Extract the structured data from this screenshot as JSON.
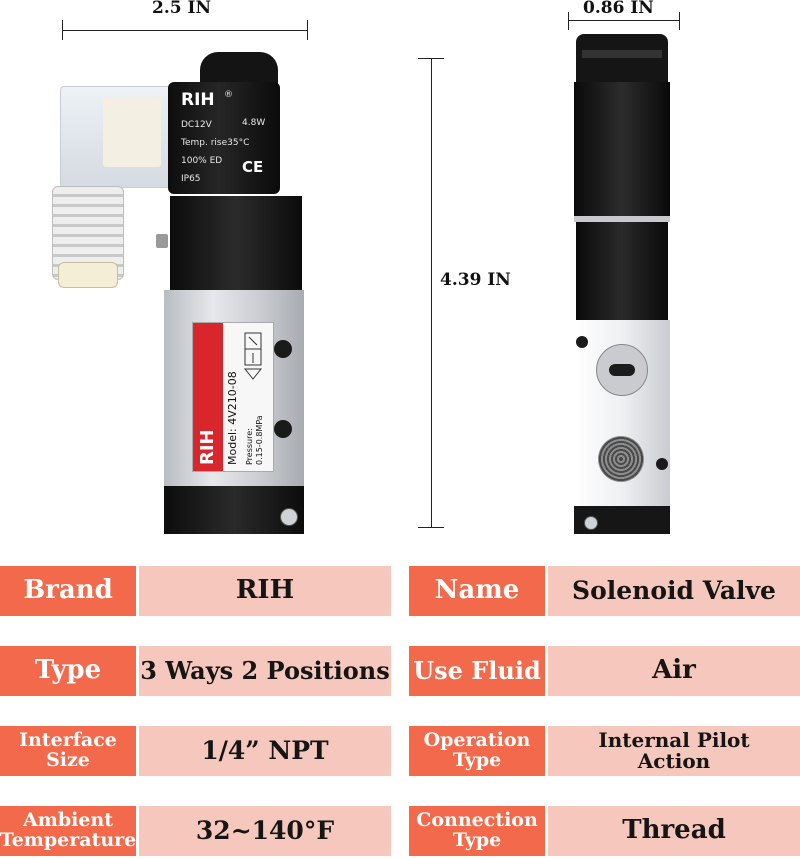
{
  "dimensions": {
    "width_label": "2.5 IN",
    "depth_label": "0.86 IN",
    "height_label": "4.39 IN"
  },
  "coil_markings": {
    "brand": "RIH",
    "reg_mark": "®",
    "voltage": "DC12V",
    "power": "4.8W",
    "temp": "Temp. rise35°C",
    "duty": "100% ED",
    "ip": "IP65",
    "cert": "CE"
  },
  "valve_label": {
    "brand": "RIH",
    "model": "Model: 4V210-08",
    "pressure_title": "Pressure:",
    "pressure_value": "0.15-0.8MPa"
  },
  "specs": [
    {
      "key": "Brand",
      "value": "RIH"
    },
    {
      "key": "Name",
      "value": "Solenoid Valve"
    },
    {
      "key": "Type",
      "value": "3 Ways 2 Positions"
    },
    {
      "key": "Use Fluid",
      "value": "Air"
    },
    {
      "key": "Interface Size",
      "value": "1/4” NPT"
    },
    {
      "key": "Operation Type",
      "value": "Internal Pilot Action"
    },
    {
      "key": "Ambient Temperature",
      "value": "32~140°F"
    },
    {
      "key": "Connection Type",
      "value": "Thread"
    }
  ],
  "colors": {
    "key_bg": "#f26a4b",
    "value_bg": "#f6c7bc",
    "label_red": "#d8262c"
  }
}
